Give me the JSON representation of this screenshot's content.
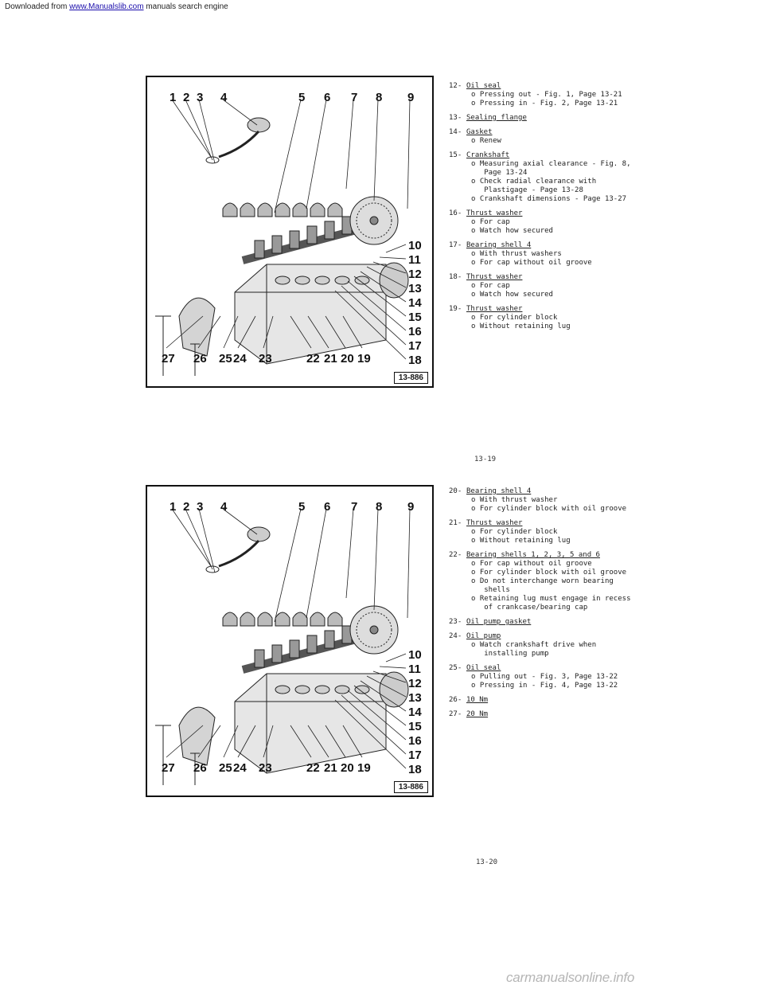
{
  "banner": {
    "prefix": "Downloaded from ",
    "link": "www.Manualslib.com",
    "suffix": " manuals search engine"
  },
  "footer": "carmanualsonline.info",
  "figure": {
    "tag": "13-886",
    "top_numbers": [
      "1",
      "2",
      "3",
      "4",
      "5",
      "6",
      "7",
      "8",
      "9"
    ],
    "right_numbers": [
      "10",
      "11",
      "12",
      "13",
      "14",
      "15",
      "16",
      "17",
      "18"
    ],
    "bottom_numbers": [
      "27",
      "26",
      "25",
      "24",
      "23",
      "22",
      "21",
      "20",
      "19"
    ]
  },
  "page1": {
    "page_number": "13-19",
    "entries": [
      {
        "num": "12-",
        "title": "Oil seal",
        "notes": [
          "o Pressing out - Fig. 1, Page 13-21",
          "o Pressing in - Fig. 2, Page 13-21"
        ]
      },
      {
        "num": "13-",
        "title": "Sealing flange",
        "notes": []
      },
      {
        "num": "14-",
        "title": "Gasket",
        "notes": [
          "o Renew"
        ]
      },
      {
        "num": "15-",
        "title": "Crankshaft",
        "notes": [
          "o Measuring axial clearance - Fig. 8,",
          "   Page 13-24",
          "o Check radial clearance with",
          "   Plastigage - Page 13-28",
          "o Crankshaft dimensions - Page 13-27"
        ]
      },
      {
        "num": "16-",
        "title": "Thrust washer",
        "notes": [
          "o For cap",
          "o Watch how secured"
        ]
      },
      {
        "num": "17-",
        "title": "Bearing shell 4",
        "notes": [
          "o With thrust washers",
          "o For cap without oil groove"
        ]
      },
      {
        "num": "18-",
        "title": "Thrust washer",
        "notes": [
          "o For cap",
          "o Watch how secured"
        ]
      },
      {
        "num": "19-",
        "title": "Thrust washer",
        "notes": [
          "o For cylinder block",
          "o Without retaining lug"
        ]
      }
    ]
  },
  "page2": {
    "page_number": "13-20",
    "entries": [
      {
        "num": "20-",
        "title": "Bearing shell 4",
        "notes": [
          "o With thrust washer",
          "o For cylinder block with oil groove"
        ]
      },
      {
        "num": "21-",
        "title": "Thrust washer",
        "notes": [
          "o For cylinder block",
          "o Without retaining lug"
        ]
      },
      {
        "num": "22-",
        "title": "Bearing shells 1, 2, 3, 5 and 6",
        "notes": [
          "o For cap without oil groove",
          "o For cylinder block with oil groove",
          "o Do not interchange worn bearing",
          "   shells",
          "o Retaining lug must engage in recess",
          "   of crankcase/bearing cap"
        ]
      },
      {
        "num": "23-",
        "title": "Oil pump gasket",
        "notes": []
      },
      {
        "num": "24-",
        "title": "Oil pump",
        "notes": [
          "o Watch crankshaft drive when",
          "   installing pump"
        ]
      },
      {
        "num": "25-",
        "title": "Oil seal",
        "notes": [
          "o Pulling out - Fig. 3, Page 13-22",
          "o Pressing in - Fig. 4, Page 13-22"
        ]
      },
      {
        "num": "26-",
        "title": "10 Nm",
        "notes": []
      },
      {
        "num": "27-",
        "title": "20 Nm",
        "notes": []
      }
    ]
  }
}
